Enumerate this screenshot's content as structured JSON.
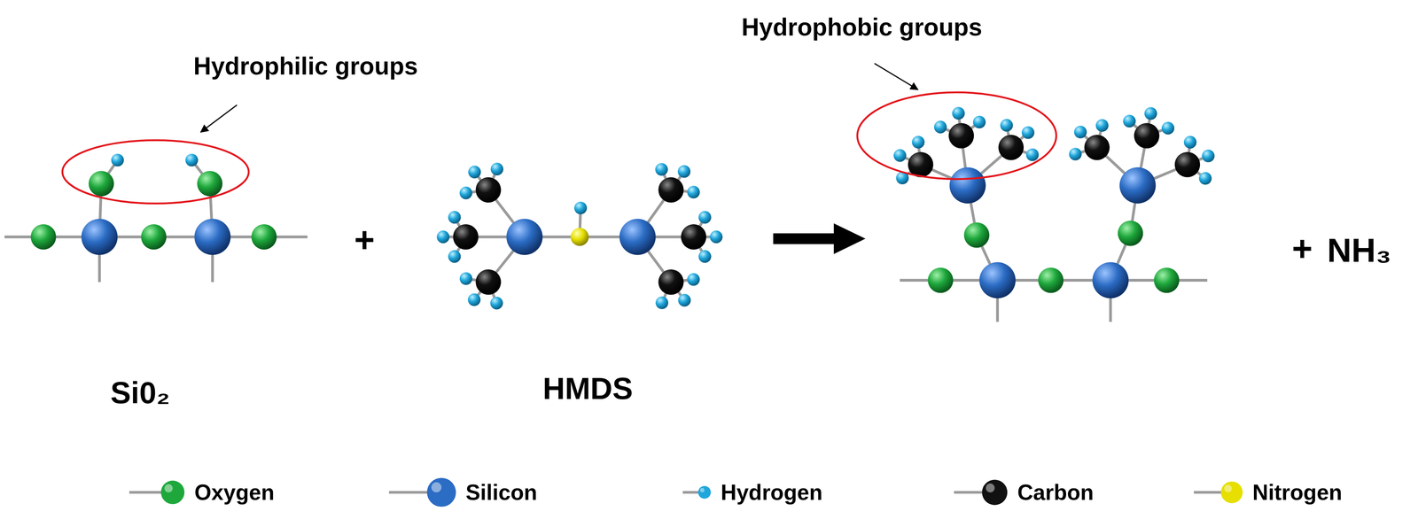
{
  "diagram": {
    "labels": [
      "Hydrophilic groups",
      "Hydrophobic groups",
      "+",
      "+",
      "NH₃",
      "Si0₂",
      "HMDS"
    ],
    "legend": [
      {
        "text": "Oxygen",
        "color": "#1ea83c"
      },
      {
        "text": "Silicon",
        "color": "#2b6cc4"
      },
      {
        "text": "Hydrogen",
        "color": "#1fa6db"
      },
      {
        "text": "Carbon",
        "color": "#111111"
      },
      {
        "text": "Nitrogen",
        "color": "#e6df00"
      }
    ]
  }
}
